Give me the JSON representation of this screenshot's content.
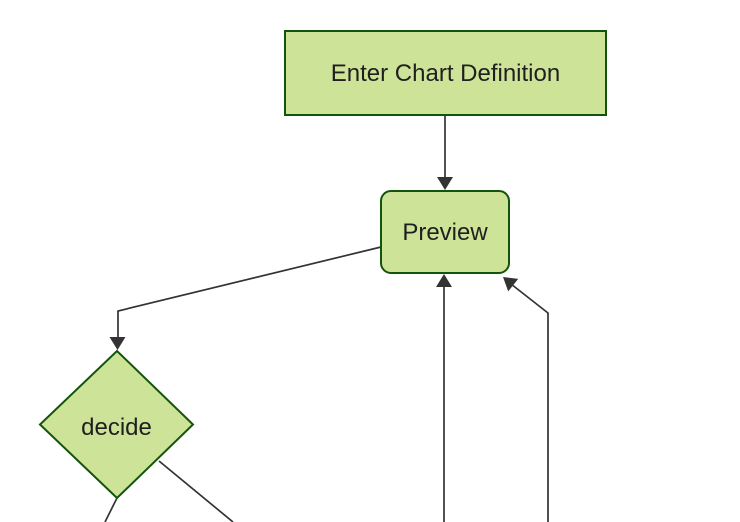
{
  "diagram": {
    "type": "flowchart",
    "direction": "top-down",
    "nodes": [
      {
        "id": "enter-chart-definition",
        "label": "Enter Chart Definition",
        "shape": "rectangle"
      },
      {
        "id": "preview",
        "label": "Preview",
        "shape": "rounded-rectangle"
      },
      {
        "id": "decide",
        "label": "decide",
        "shape": "diamond"
      }
    ],
    "edges": [
      {
        "from": "enter-chart-definition",
        "to": "preview",
        "arrow": "arrowhead-into-preview-top"
      },
      {
        "from": "preview",
        "to": "decide",
        "arrow": "arrowhead-into-decide-top"
      },
      {
        "from": "offscreen-bottom-node-1",
        "to": "preview",
        "arrow": "arrowhead-into-preview-bottom"
      },
      {
        "from": "offscreen-bottom-node-2",
        "to": "preview",
        "arrow": "arrowhead-into-preview-bottom-right"
      },
      {
        "from": "decide",
        "to": "offscreen-bottom-left",
        "arrow": "none-visible"
      },
      {
        "from": "decide",
        "to": "offscreen-bottom-right",
        "arrow": "none-visible"
      }
    ],
    "colors": {
      "node_fill": "#cde498",
      "node_border": "#13540c",
      "edge_line": "#333333",
      "label_text": "#1f1f1f",
      "background": "#ffffff"
    }
  }
}
